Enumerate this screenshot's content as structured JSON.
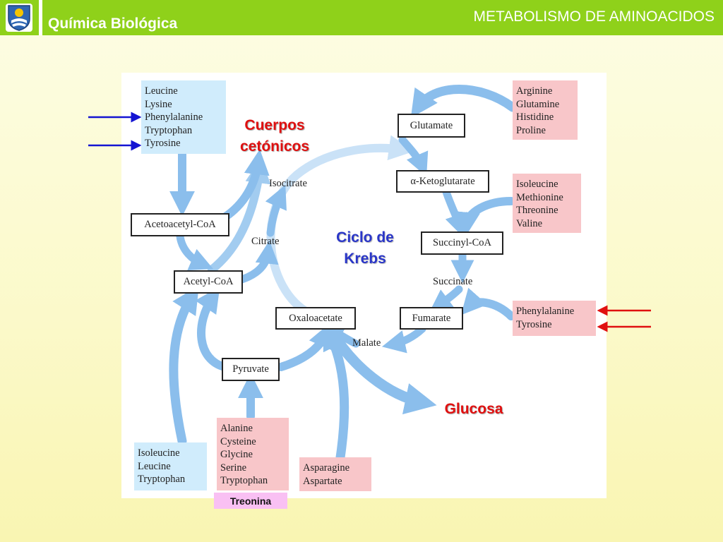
{
  "header": {
    "course_title": "Química Biológica",
    "topic_title": "METABOLISMO DE AMINOACIDOS"
  },
  "diagram": {
    "amino_groups": {
      "ketogenic_top": [
        "Leucine",
        "Lysine",
        "Phenylalanine",
        "Tryptophan",
        "Tyrosine"
      ],
      "glutamate_group": [
        "Arginine",
        "Glutamine",
        "Histidine",
        "Proline"
      ],
      "succinyl_group": [
        "Isoleucine",
        "Methionine",
        "Threonine",
        "Valine"
      ],
      "fumarate_group": [
        "Phenylalanine",
        "Tyrosine"
      ],
      "acetyl_bottom": [
        "Isoleucine",
        "Leucine",
        "Tryptophan"
      ],
      "pyruvate_group": [
        "Alanine",
        "Cysteine",
        "Glycine",
        "Serine",
        "Tryptophan"
      ],
      "oxaloacetate_group": [
        "Asparagine",
        "Aspartate"
      ]
    },
    "nodes": {
      "glutamate": "Glutamate",
      "alpha_ketoglutarate": "α-Ketoglutarate",
      "succinyl_coa": "Succinyl-CoA",
      "fumarate": "Fumarate",
      "oxaloacetate": "Oxaloacetate",
      "pyruvate": "Pyruvate",
      "acetyl_coa": "Acetyl-CoA",
      "acetoacetyl_coa": "Acetoacetyl-CoA"
    },
    "labels": {
      "isocitrate": "Isocitrate",
      "citrate": "Citrate",
      "succinate": "Succinate",
      "malate": "Malate"
    },
    "annotations": {
      "ketone_bodies_line1": "Cuerpos",
      "ketone_bodies_line2": "cetónicos",
      "krebs_line1": "Ciclo de",
      "krebs_line2": "Krebs",
      "glucose": "Glucosa",
      "threonine": "Treonina"
    },
    "colors": {
      "header_green": "#8fd11a",
      "flow_arrow_blue": "#7fb8ea",
      "ketogenic_box": "#d0ecfc",
      "glucogenic_box": "#f8c6c9",
      "annotation_red": "#e01010",
      "krebs_blue": "#2a36c8",
      "left_pointer_arrows": "#1414d2",
      "right_pointer_arrows": "#e01010",
      "threonine_box": "#f9c0f3"
    }
  }
}
